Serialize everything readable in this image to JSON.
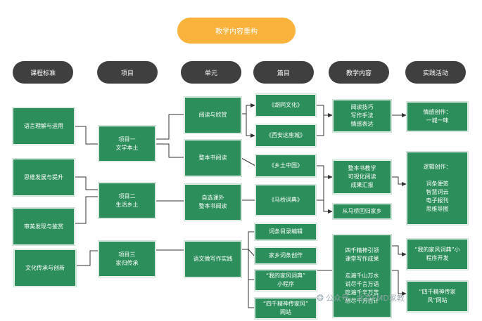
{
  "title": "教学内容重构",
  "headers": [
    "课程标准",
    "项目",
    "单元",
    "篇目",
    "教学内容",
    "实践活动"
  ],
  "standards": [
    "语言理解与运用",
    "思维发展与提升",
    "审美发现与鉴赏",
    "文化传承与创新"
  ],
  "projects": [
    [
      "项目一",
      "文学本土"
    ],
    [
      "项目二",
      "生活乡土"
    ],
    [
      "项目三",
      "家归传承"
    ]
  ],
  "units": [
    [
      "阅读与欣赏"
    ],
    [
      "整本书阅读"
    ],
    [
      "自选课外",
      "整本书阅读"
    ],
    [
      "语文微写作实践"
    ]
  ],
  "articles": [
    [
      "《胡同文化》"
    ],
    [
      "《西安这座城》"
    ],
    [
      "《乡土中国》"
    ],
    [
      "《马桥词典》"
    ],
    [
      "词条目录编辑"
    ],
    [
      "家乡词条创作"
    ],
    [
      "“我的家风词典”",
      "小程序"
    ],
    [
      "“四千精神传家风”",
      "网站"
    ]
  ],
  "content": [
    [
      "阅读技巧",
      "写作手法",
      "情感表达"
    ],
    [
      "整本书教学",
      "可视化阅读",
      "成果汇报"
    ],
    [
      "从马桥回归家乡"
    ],
    [
      "四千精神引领",
      "课堂写作成果",
      "",
      "走遍千山万水",
      "说尽千言万语",
      "吃遍千辛万苦",
      "想尽千方百计"
    ]
  ],
  "activities": [
    [
      "情感创作：",
      "一城一味"
    ],
    [
      "逻辑创作：",
      "",
      "词条便签",
      "智慧词云",
      "电子报刊",
      "思维导图"
    ],
    [
      "“我的家风词典”小",
      "程序开发"
    ],
    [
      "“四千精神传家",
      "风”网站"
    ]
  ],
  "watermark": "公众号 · 北京FMD家教"
}
